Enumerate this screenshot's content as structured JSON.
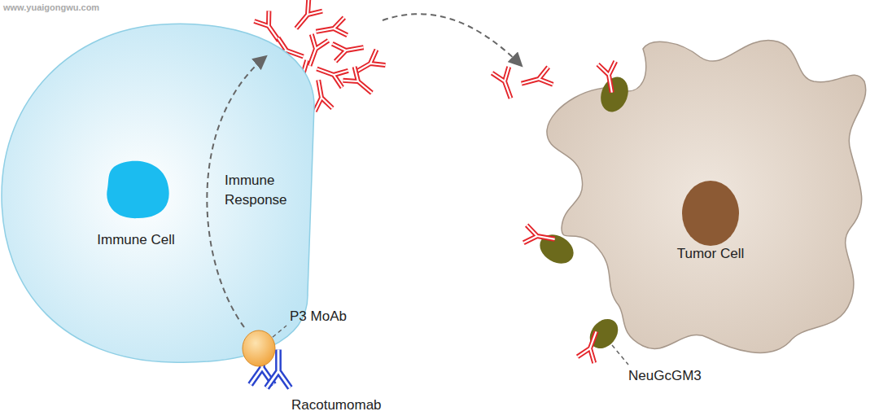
{
  "diagram": {
    "nodes": [
      {
        "text": [
          "Immune Cell"
        ]
      },
      {
        "text": [
          "Tumor Cell"
        ]
      }
    ],
    "edges": [
      {
        "from": 0,
        "to": 1,
        "arrow": "to"
      }
    ],
    "labels": [
      "www.yuaigongwu.com",
      "Immune Response",
      "P3 MoAb",
      "Racotumomab",
      "NeuGcGM3"
    ]
  }
}
